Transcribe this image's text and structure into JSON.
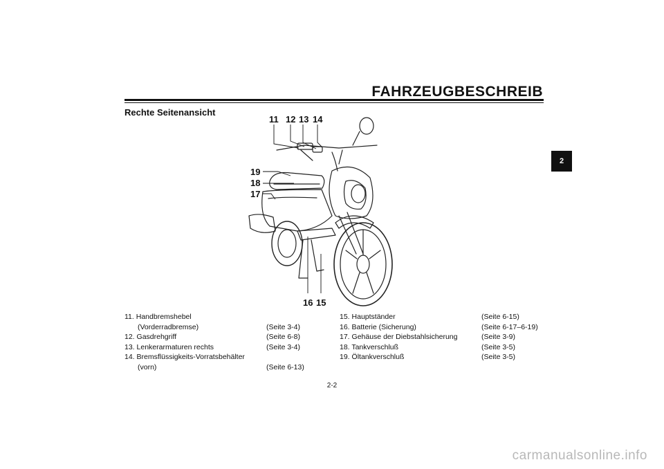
{
  "header": {
    "title": "FAHRZEUGBESCHREIB",
    "chapter_tab": "2"
  },
  "section_title": "Rechte Seitenansicht",
  "callouts": [
    "11",
    "12",
    "13",
    "14",
    "19",
    "18",
    "17",
    "16",
    "15"
  ],
  "legend_left": [
    {
      "number": "11.",
      "label": "Handbremshebel",
      "page": ""
    },
    {
      "number": "",
      "label": "(Vorderradbremse)",
      "page": "(Seite 3-4)"
    },
    {
      "number": "12.",
      "label": "Gasdrehgriff",
      "page": "(Seite 6-8)"
    },
    {
      "number": "13.",
      "label": "Lenkerarmaturen rechts",
      "page": "(Seite 3-4)"
    },
    {
      "number": "14.",
      "label": "Bremsflüssigkeits-Vorratsbehälter",
      "page": ""
    },
    {
      "number": "",
      "label": "(vorn)",
      "page": "(Seite 6-13)"
    }
  ],
  "legend_right": [
    {
      "number": "15.",
      "label": "Hauptständer",
      "page": "(Seite 6-15)"
    },
    {
      "number": "16.",
      "label": "Batterie (Sicherung)",
      "page": "(Seite 6-17–6-19)"
    },
    {
      "number": "17.",
      "label": "Gehäuse der Diebstahlsicherung",
      "page": "(Seite 3-9)"
    },
    {
      "number": "18.",
      "label": "Tankverschluß",
      "page": "(Seite 3-5)"
    },
    {
      "number": "19.",
      "label": "Öltankverschluß",
      "page": "(Seite 3-5)"
    }
  ],
  "page_number": "2-2",
  "watermark": "carmanualsonline.info"
}
